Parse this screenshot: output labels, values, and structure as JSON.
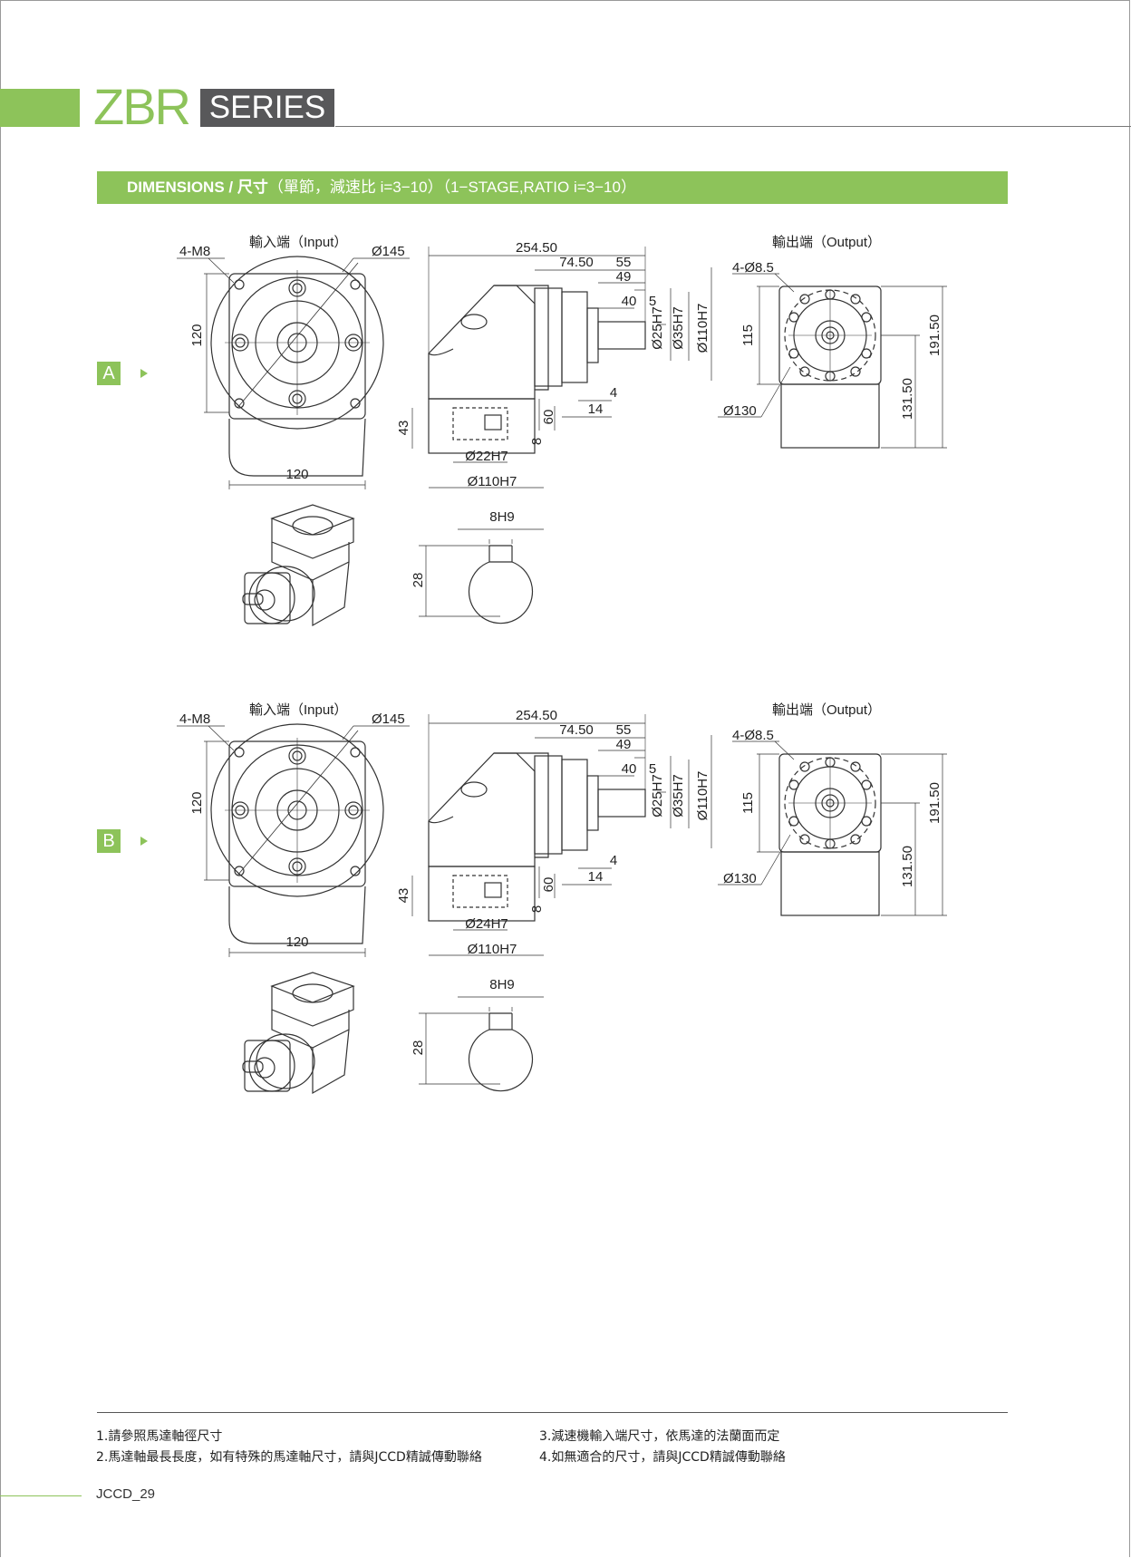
{
  "header": {
    "logo": "ZBR",
    "series": "SERIES"
  },
  "dimensions_title": {
    "bold": "DIMENSIONS / 尺寸",
    "rest": "（單節，減速比 i=3−10）（1−STAGE,RATIO i=3−10）"
  },
  "sections": [
    {
      "badge": "A",
      "input_label": "輸入端（Input）",
      "output_label": "輸出端（Output）",
      "bolt_input": "4-M8",
      "dia_input": "Ø145",
      "flange_h": "120",
      "flange_w": "120",
      "length_total": "254.50",
      "len_74": "74.50",
      "len_55": "55",
      "len_49": "49",
      "len_40": "40",
      "len_5": "5",
      "shaft_d": "Ø25H7",
      "pilot_d": "Ø35H7",
      "body_d": "Ø110H7",
      "dim_4": "4",
      "dim_14": "14",
      "dim_43": "43",
      "dim_60": "60",
      "dim_8": "8",
      "input_bore": "Ø22H7",
      "input_pilot": "Ø110H7",
      "bolt_output": "4-Ø8.5",
      "out_115": "115",
      "out_191": "191.50",
      "out_131": "131.50",
      "out_130": "Ø130",
      "key_w": "8H9",
      "key_h": "28"
    },
    {
      "badge": "B",
      "input_label": "輸入端（Input）",
      "output_label": "輸出端（Output）",
      "bolt_input": "4-M8",
      "dia_input": "Ø145",
      "flange_h": "120",
      "flange_w": "120",
      "length_total": "254.50",
      "len_74": "74.50",
      "len_55": "55",
      "len_49": "49",
      "len_40": "40",
      "len_5": "5",
      "shaft_d": "Ø25H7",
      "pilot_d": "Ø35H7",
      "body_d": "Ø110H7",
      "dim_4": "4",
      "dim_14": "14",
      "dim_43": "43",
      "dim_60": "60",
      "dim_8": "8",
      "input_bore": "Ø24H7",
      "input_pilot": "Ø110H7",
      "bolt_output": "4-Ø8.5",
      "out_115": "115",
      "out_191": "191.50",
      "out_131": "131.50",
      "out_130": "Ø130",
      "key_w": "8H9",
      "key_h": "28"
    }
  ],
  "notes": [
    "1.請參照馬達軸徑尺寸",
    "2.馬達軸最長長度，如有特殊的馬達軸尺寸，請與JCCD精誠傳動聯絡",
    "3.減速機輸入端尺寸，依馬達的法蘭面而定",
    "4.如無適合的尺寸，請與JCCD精誠傳動聯絡"
  ],
  "page_number": "JCCD_29"
}
